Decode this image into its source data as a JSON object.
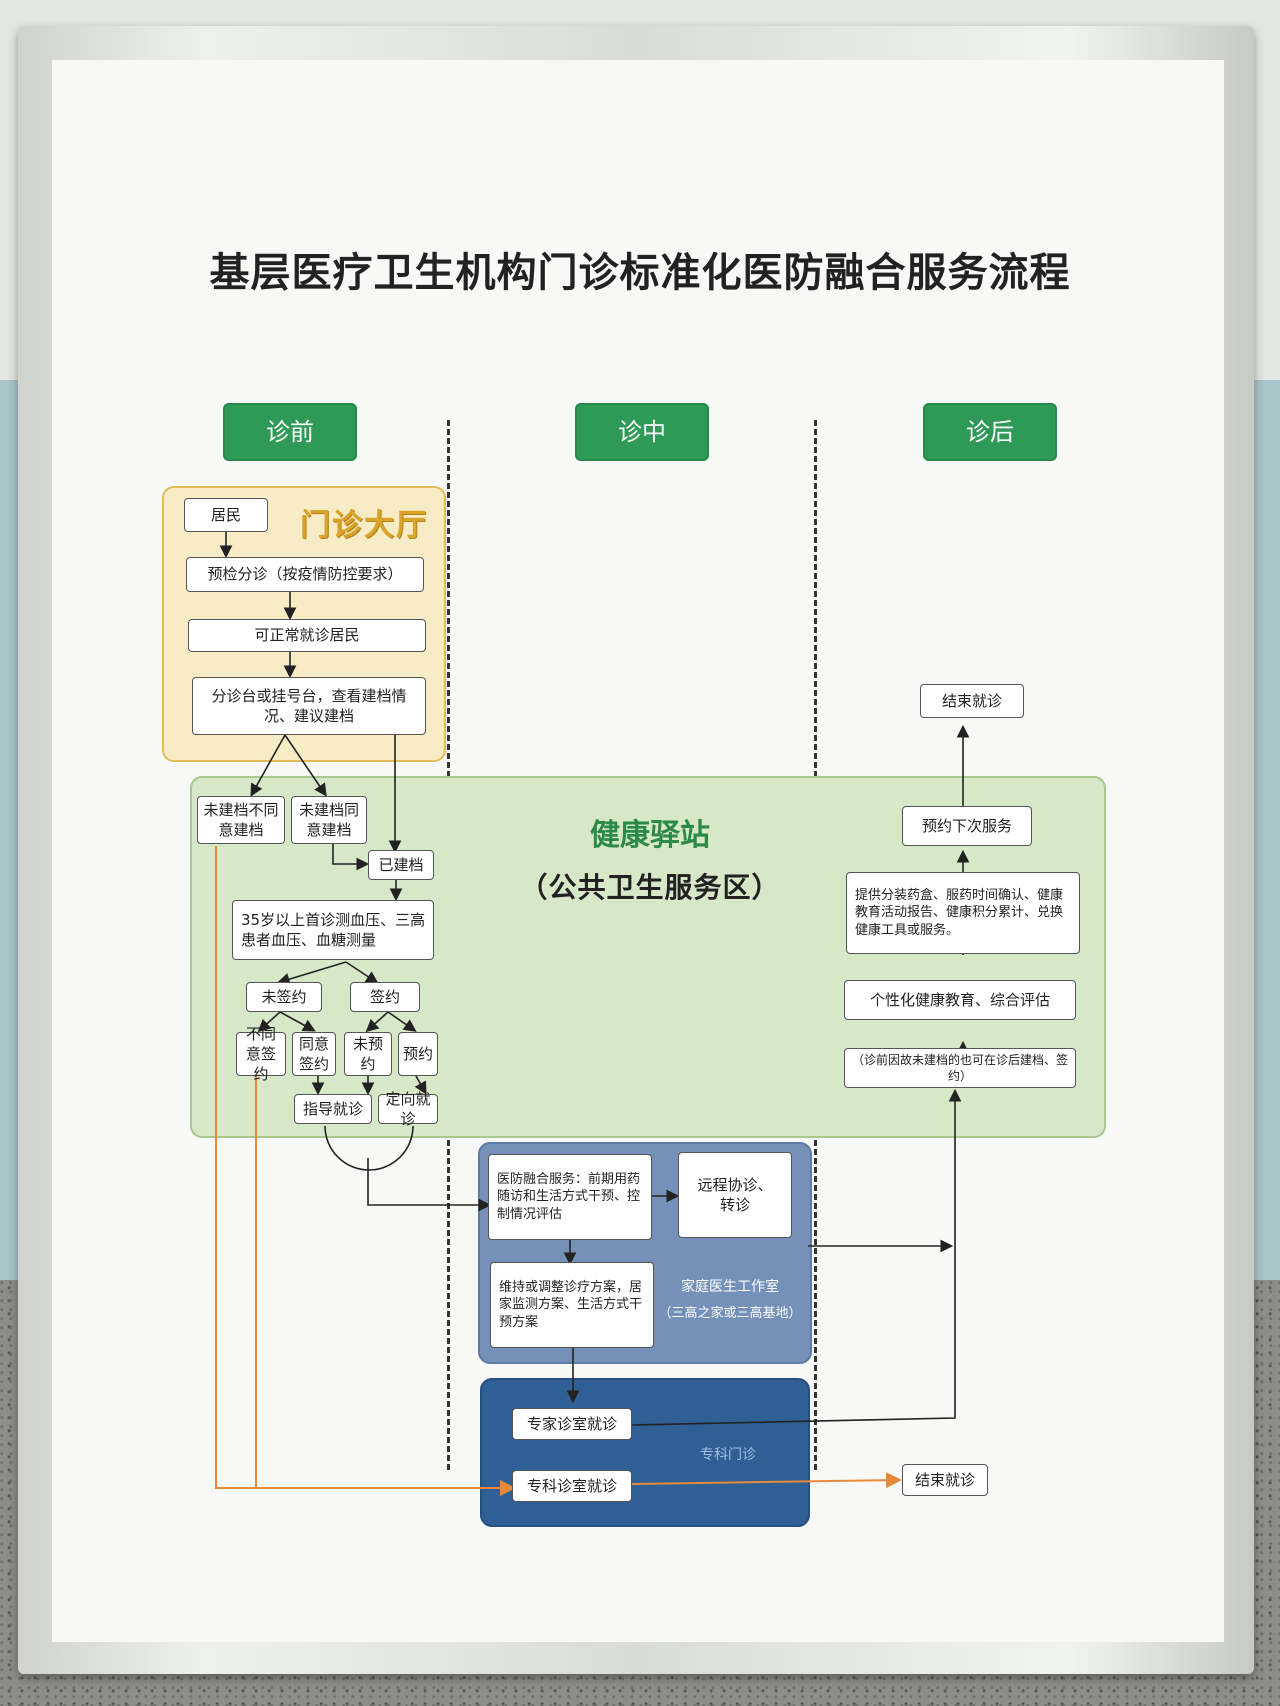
{
  "title": "基层医疗卫生机构门诊标准化医防融合服务流程",
  "phases": [
    "诊前",
    "诊中",
    "诊后"
  ],
  "hall": {
    "title": "门诊大厅",
    "resident": "居民",
    "precheck": "预检分诊（按疫情防控要求）",
    "normal": "可正常就诊居民",
    "desk": "分诊台或挂号台，查看建档情况、建议建档"
  },
  "station": {
    "title": "健康驿站",
    "subtitle": "（公共卫生服务区）",
    "no_file_refuse": "未建档不同意建档",
    "no_file_agree": "未建档同意建档",
    "filed": "已建档",
    "measure": "35岁以上首诊测血压、三高患者血压、血糖测量",
    "unsigned": "未签约",
    "signed": "签约",
    "refuse_sign": "不同意签约",
    "agree_sign": "同意签约",
    "no_appointment": "未预约",
    "appointment": "预约",
    "guide_visit": "指导就诊",
    "directed_visit": "定向就诊",
    "reserve_next": "预约下次服务",
    "provide": "提供分装药盒、服药时间确认、健康教育活动报告、健康积分累计、兑换健康工具或服务。",
    "education": "个性化健康教育、综合评估",
    "note": "（诊前因故未建档的也可在诊后建档、签约）"
  },
  "family": {
    "service": "医防融合服务：前期用药随访和生活方式干预、控制情况评估",
    "remote": "远程协诊、转诊",
    "plan": "维持或调整诊疗方案，居家监测方案、生活方式干预方案",
    "label": "家庭医生工作室",
    "label_sub": "（三高之家或三高基地）"
  },
  "special": {
    "expert": "专家诊室就诊",
    "label": "专科门诊",
    "specialist": "专科诊室就诊"
  },
  "end_visit": "结束就诊",
  "colors": {
    "phase_green": "#2f9a58",
    "hall_yellow": "#f7ecc5",
    "station_green": "#d7e8c8",
    "family_blue": "#7691b9",
    "special_blue": "#2f5f95",
    "orange_line": "#e8893a"
  }
}
